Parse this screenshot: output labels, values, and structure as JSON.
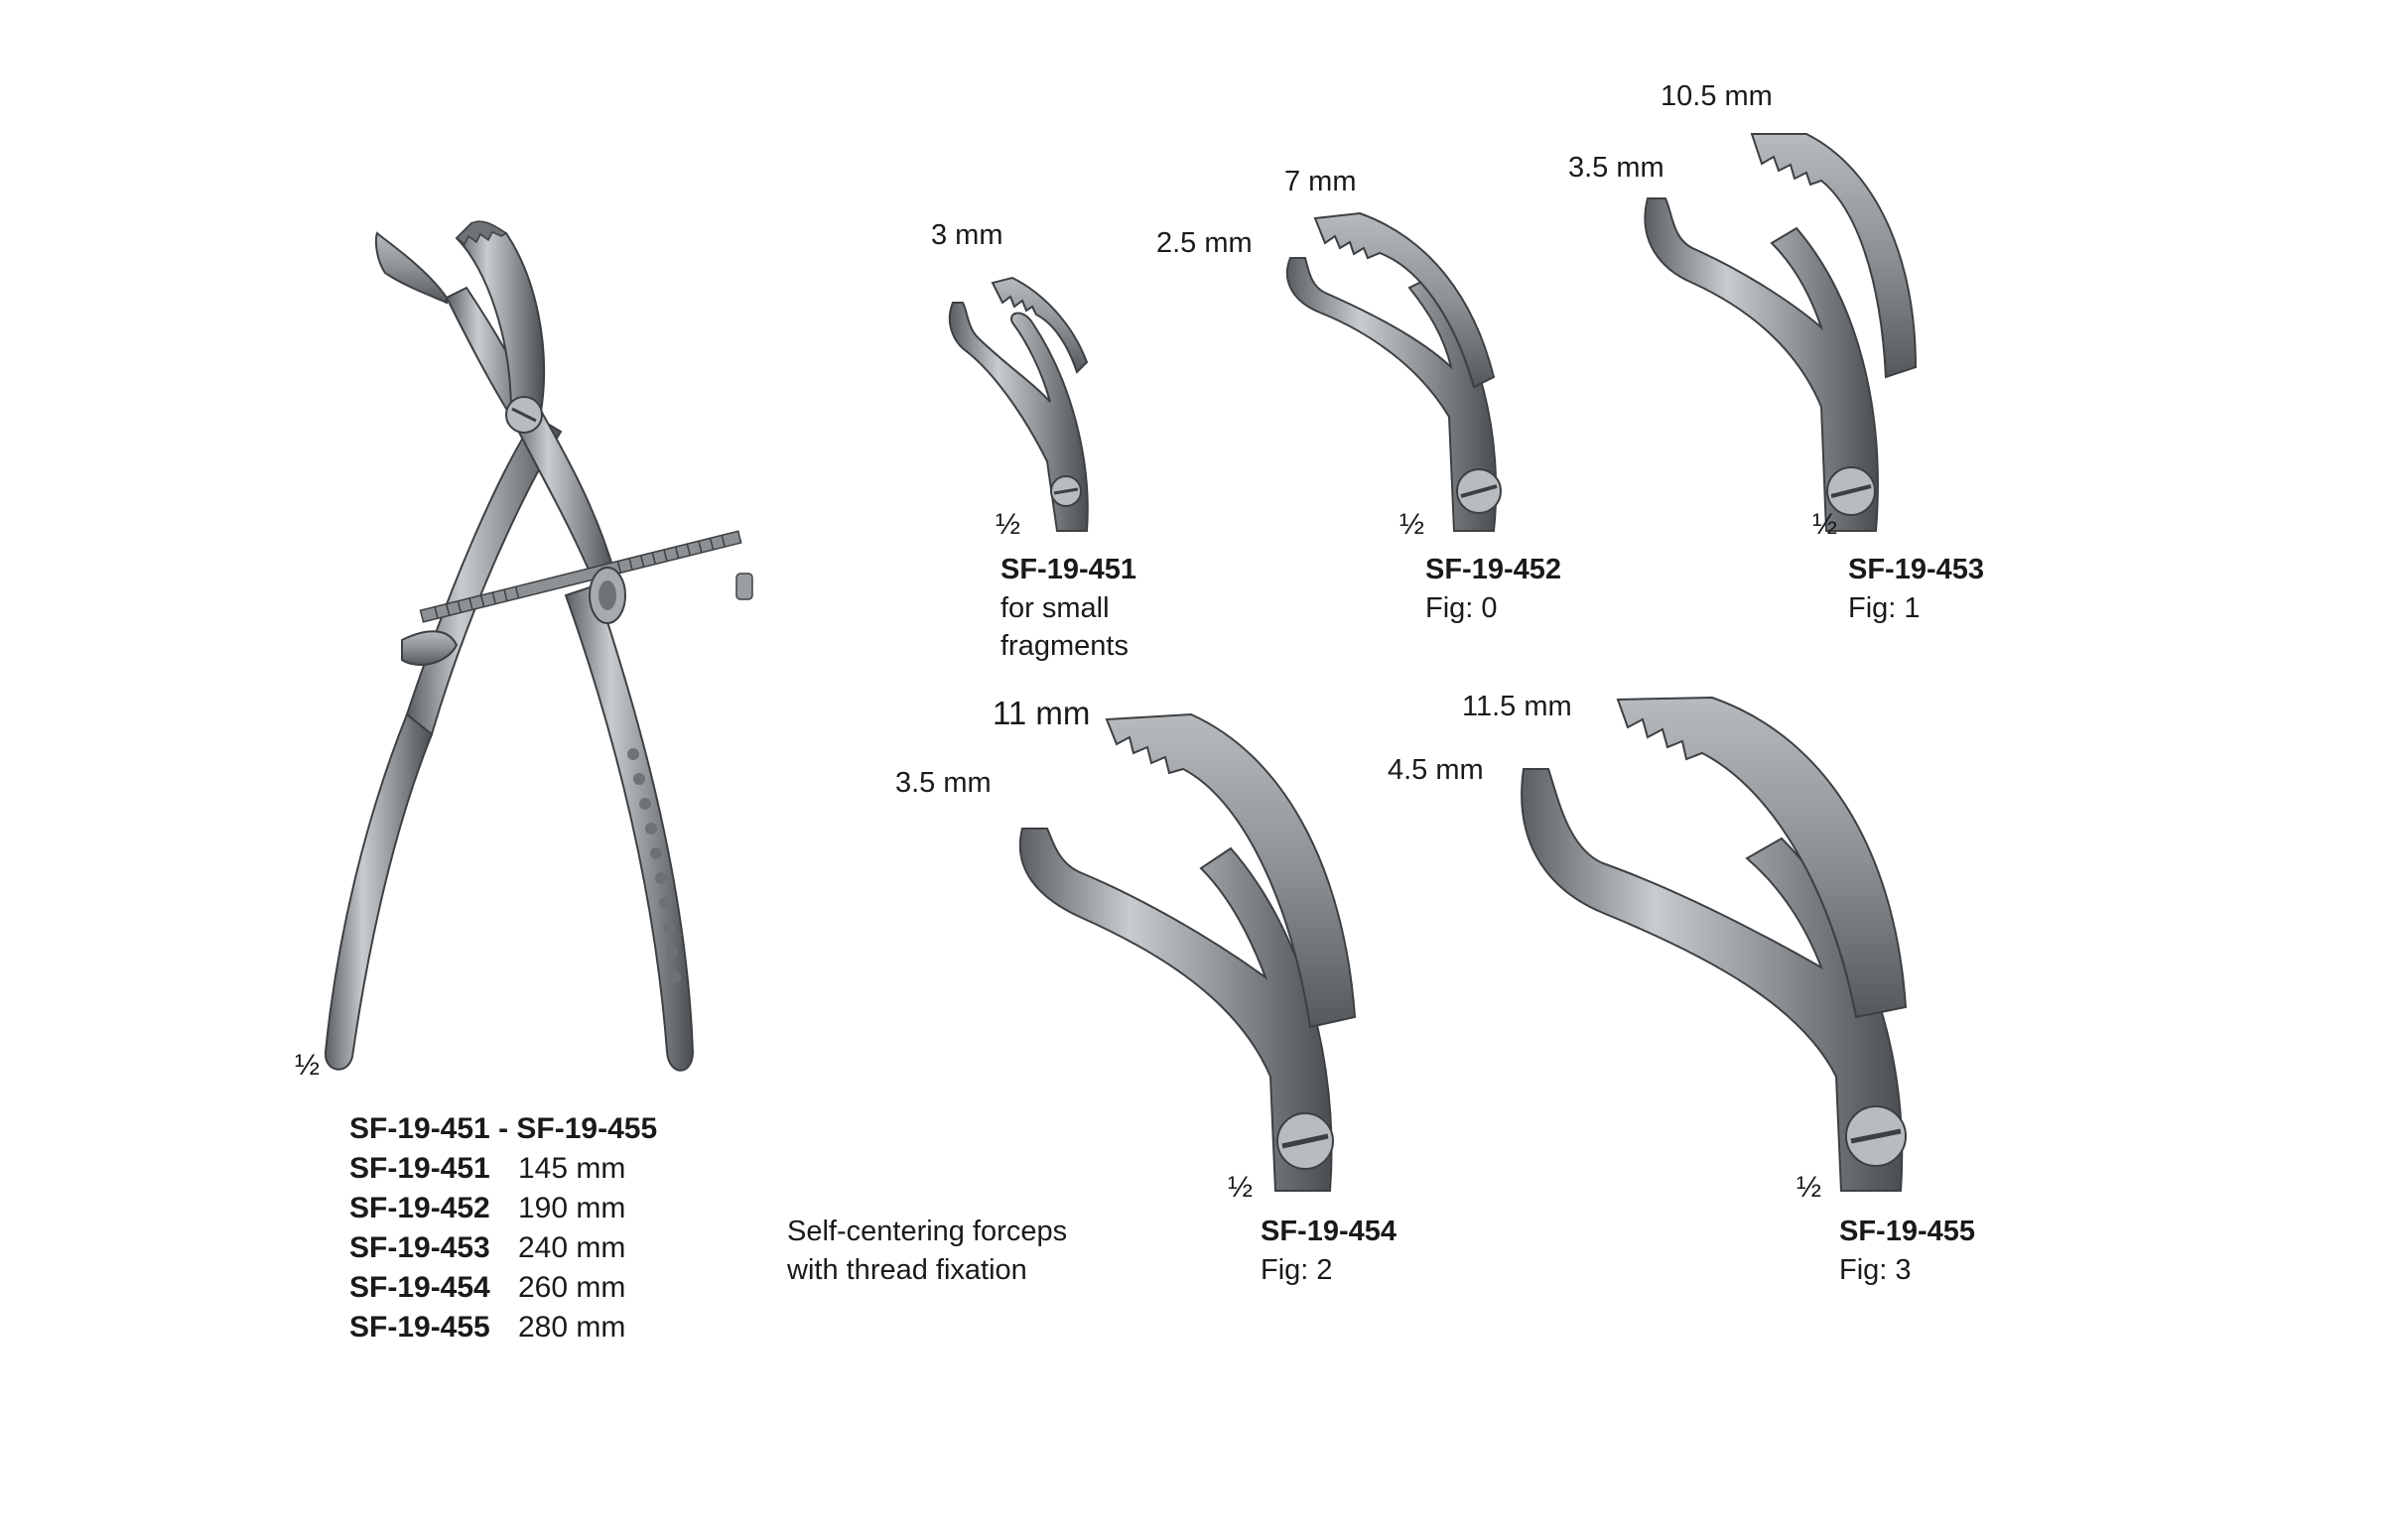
{
  "main_instrument": {
    "scale": "½",
    "range_title": "SF-19-451 - SF-19-455",
    "sizes": [
      {
        "code": "SF-19-451",
        "length": "145 mm"
      },
      {
        "code": "SF-19-452",
        "length": "190 mm"
      },
      {
        "code": "SF-19-453",
        "length": "240 mm"
      },
      {
        "code": "SF-19-454",
        "length": "260 mm"
      },
      {
        "code": "SF-19-455",
        "length": "280 mm"
      }
    ]
  },
  "description": {
    "line1": "Self-centering forceps",
    "line2": "with thread fixation"
  },
  "tips": [
    {
      "code": "SF-19-451",
      "line1": "for small",
      "line2": "fragments",
      "jaw_top": "3 mm",
      "jaw_bottom": "",
      "scale": "½"
    },
    {
      "code": "SF-19-452",
      "line1": "Fig: 0",
      "line2": "",
      "jaw_top": "7 mm",
      "jaw_bottom": "2.5 mm",
      "scale": "½"
    },
    {
      "code": "SF-19-453",
      "line1": "Fig: 1",
      "line2": "",
      "jaw_top": "10.5 mm",
      "jaw_bottom": "3.5 mm",
      "scale": "½"
    },
    {
      "code": "SF-19-454",
      "line1": "Fig: 2",
      "line2": "",
      "jaw_top": "11 mm",
      "jaw_bottom": "3.5 mm",
      "scale": "½"
    },
    {
      "code": "SF-19-455",
      "line1": "Fig: 3",
      "line2": "",
      "jaw_top": "11.5 mm",
      "jaw_bottom": "4.5 mm",
      "scale": "½"
    }
  ],
  "colors": {
    "steel_light": "#c9ccce",
    "steel_mid": "#8d9194",
    "steel_dark": "#4a4e52"
  }
}
